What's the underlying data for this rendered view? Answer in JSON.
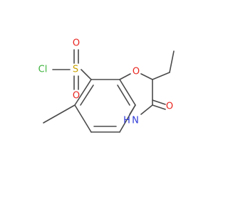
{
  "molecule": {
    "labels": {
      "chlorine": "Cl",
      "sulfur": "S",
      "sulfonyl_oxygen_top": "O",
      "sulfonyl_oxygen_bottom": "O",
      "ring_oxygen": "O",
      "carbonyl_oxygen": "O",
      "amide_nitrogen": "N",
      "amide_hydrogen": "H"
    },
    "colors": {
      "bond": "#4a4a4a",
      "carbon": "#4a4a4a",
      "oxygen": "#e8251f",
      "nitrogen": "#2f3bd6",
      "sulfur": "#c9a200",
      "chlorine": "#3fb33f"
    }
  }
}
